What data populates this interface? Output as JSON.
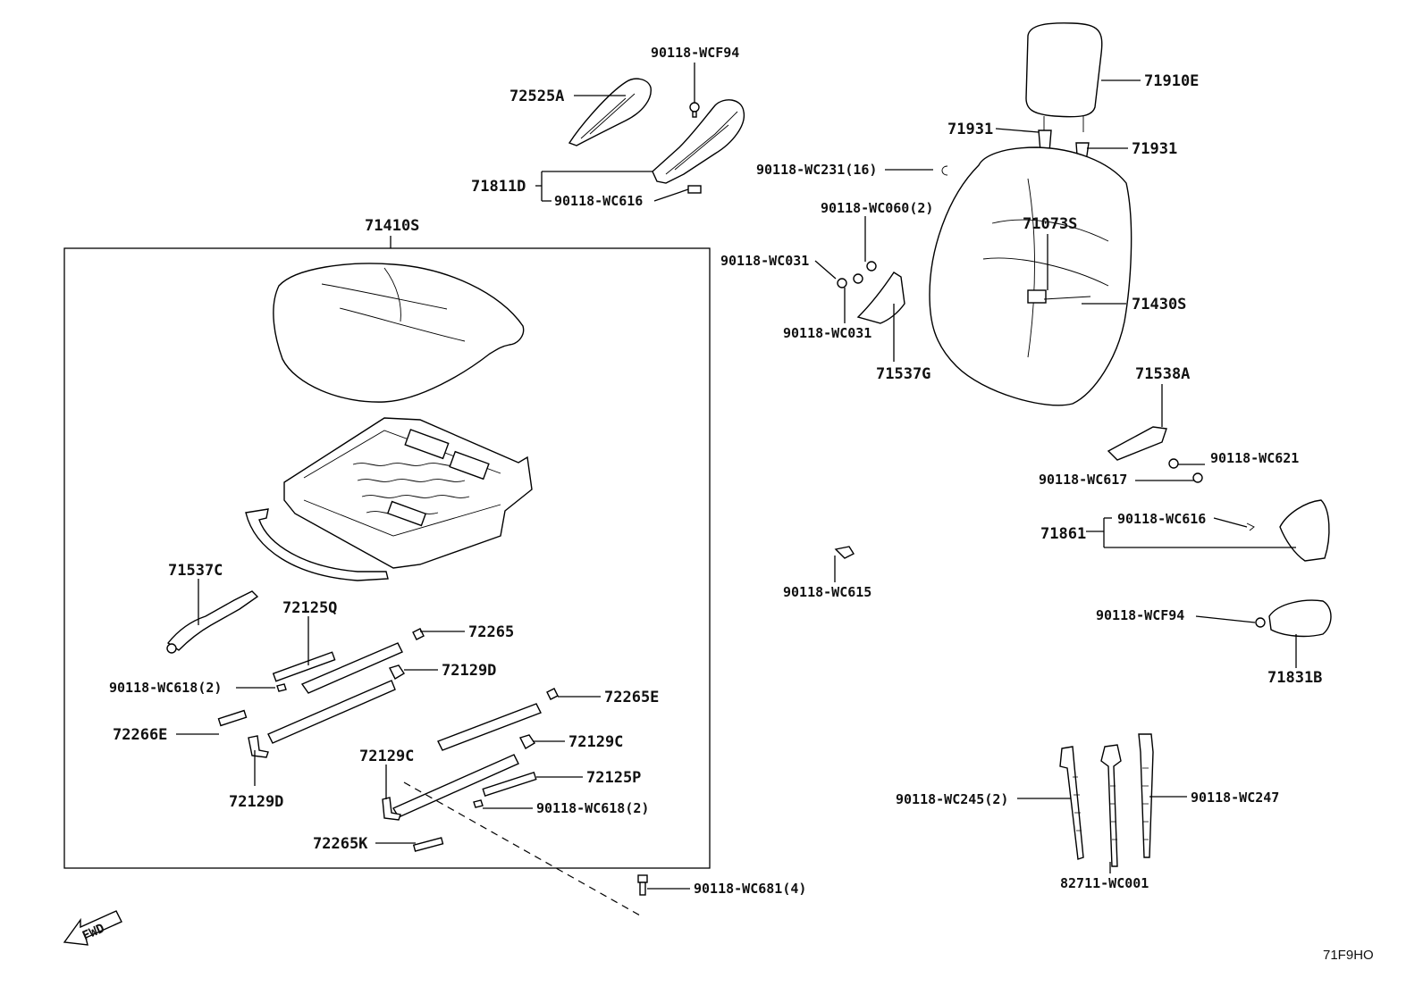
{
  "diagram": {
    "code": "71F9HO",
    "fwd_label": "FWD",
    "group_box_label": "71410S",
    "labels": {
      "p72525A": "72525A",
      "p90118WCF94_top": "90118-WCF94",
      "p71811D": "71811D",
      "p90118WC616_top": "90118-WC616",
      "p71410S": "71410S",
      "p71537C": "71537C",
      "p72125Q": "72125Q",
      "p72265": "72265",
      "p72129D_a": "72129D",
      "p90118WC618_a": "90118-WC618(2)",
      "p72265E": "72265E",
      "p72266E": "72266E",
      "p72129C_a": "72129C",
      "p72129C_b": "72129C",
      "p72125P": "72125P",
      "p72129D_b": "72129D",
      "p90118WC618_b": "90118-WC618(2)",
      "p72265K": "72265K",
      "p90118WC681": "90118-WC681(4)",
      "p71910E": "71910E",
      "p71931_a": "71931",
      "p71931_b": "71931",
      "p90118WC231": "90118-WC231(16)",
      "p90118WC060": "90118-WC060(2)",
      "p71073S": "71073S",
      "p90118WC031_a": "90118-WC031",
      "p71430S": "71430S",
      "p90118WC031_b": "90118-WC031",
      "p71537G": "71537G",
      "p71538A": "71538A",
      "p90118WC621": "90118-WC621",
      "p90118WC617": "90118-WC617",
      "p71861": "71861",
      "p90118WC616_right": "90118-WC616",
      "p90118WC615": "90118-WC615",
      "p90118WCF94_right": "90118-WCF94",
      "p71831B": "71831B",
      "p90118WC245": "90118-WC245(2)",
      "p90118WC247": "90118-WC247",
      "p82711WC001": "82711-WC001"
    }
  }
}
